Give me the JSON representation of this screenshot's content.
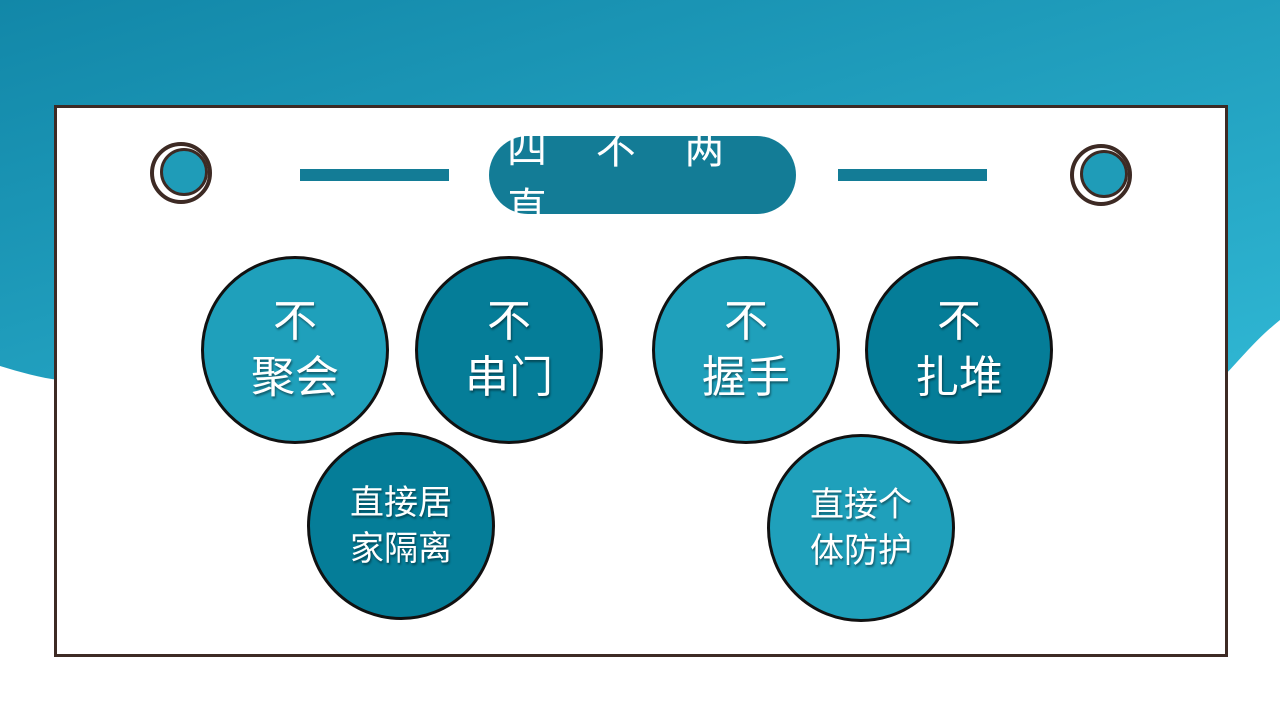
{
  "title": "四 不 两 直",
  "colors": {
    "primary": "#137c96",
    "light_bubble": "#1fa0bb",
    "dark_bubble": "#057d98",
    "border": "#3d2a24"
  },
  "items": [
    {
      "text": "不\n聚会",
      "tone": "light"
    },
    {
      "text": "不\n串门",
      "tone": "dark"
    },
    {
      "text": "不\n握手",
      "tone": "light"
    },
    {
      "text": "不\n扎堆",
      "tone": "dark"
    },
    {
      "text": "直接居\n家隔离",
      "tone": "dark"
    },
    {
      "text": "直接个\n体防护",
      "tone": "light"
    }
  ]
}
